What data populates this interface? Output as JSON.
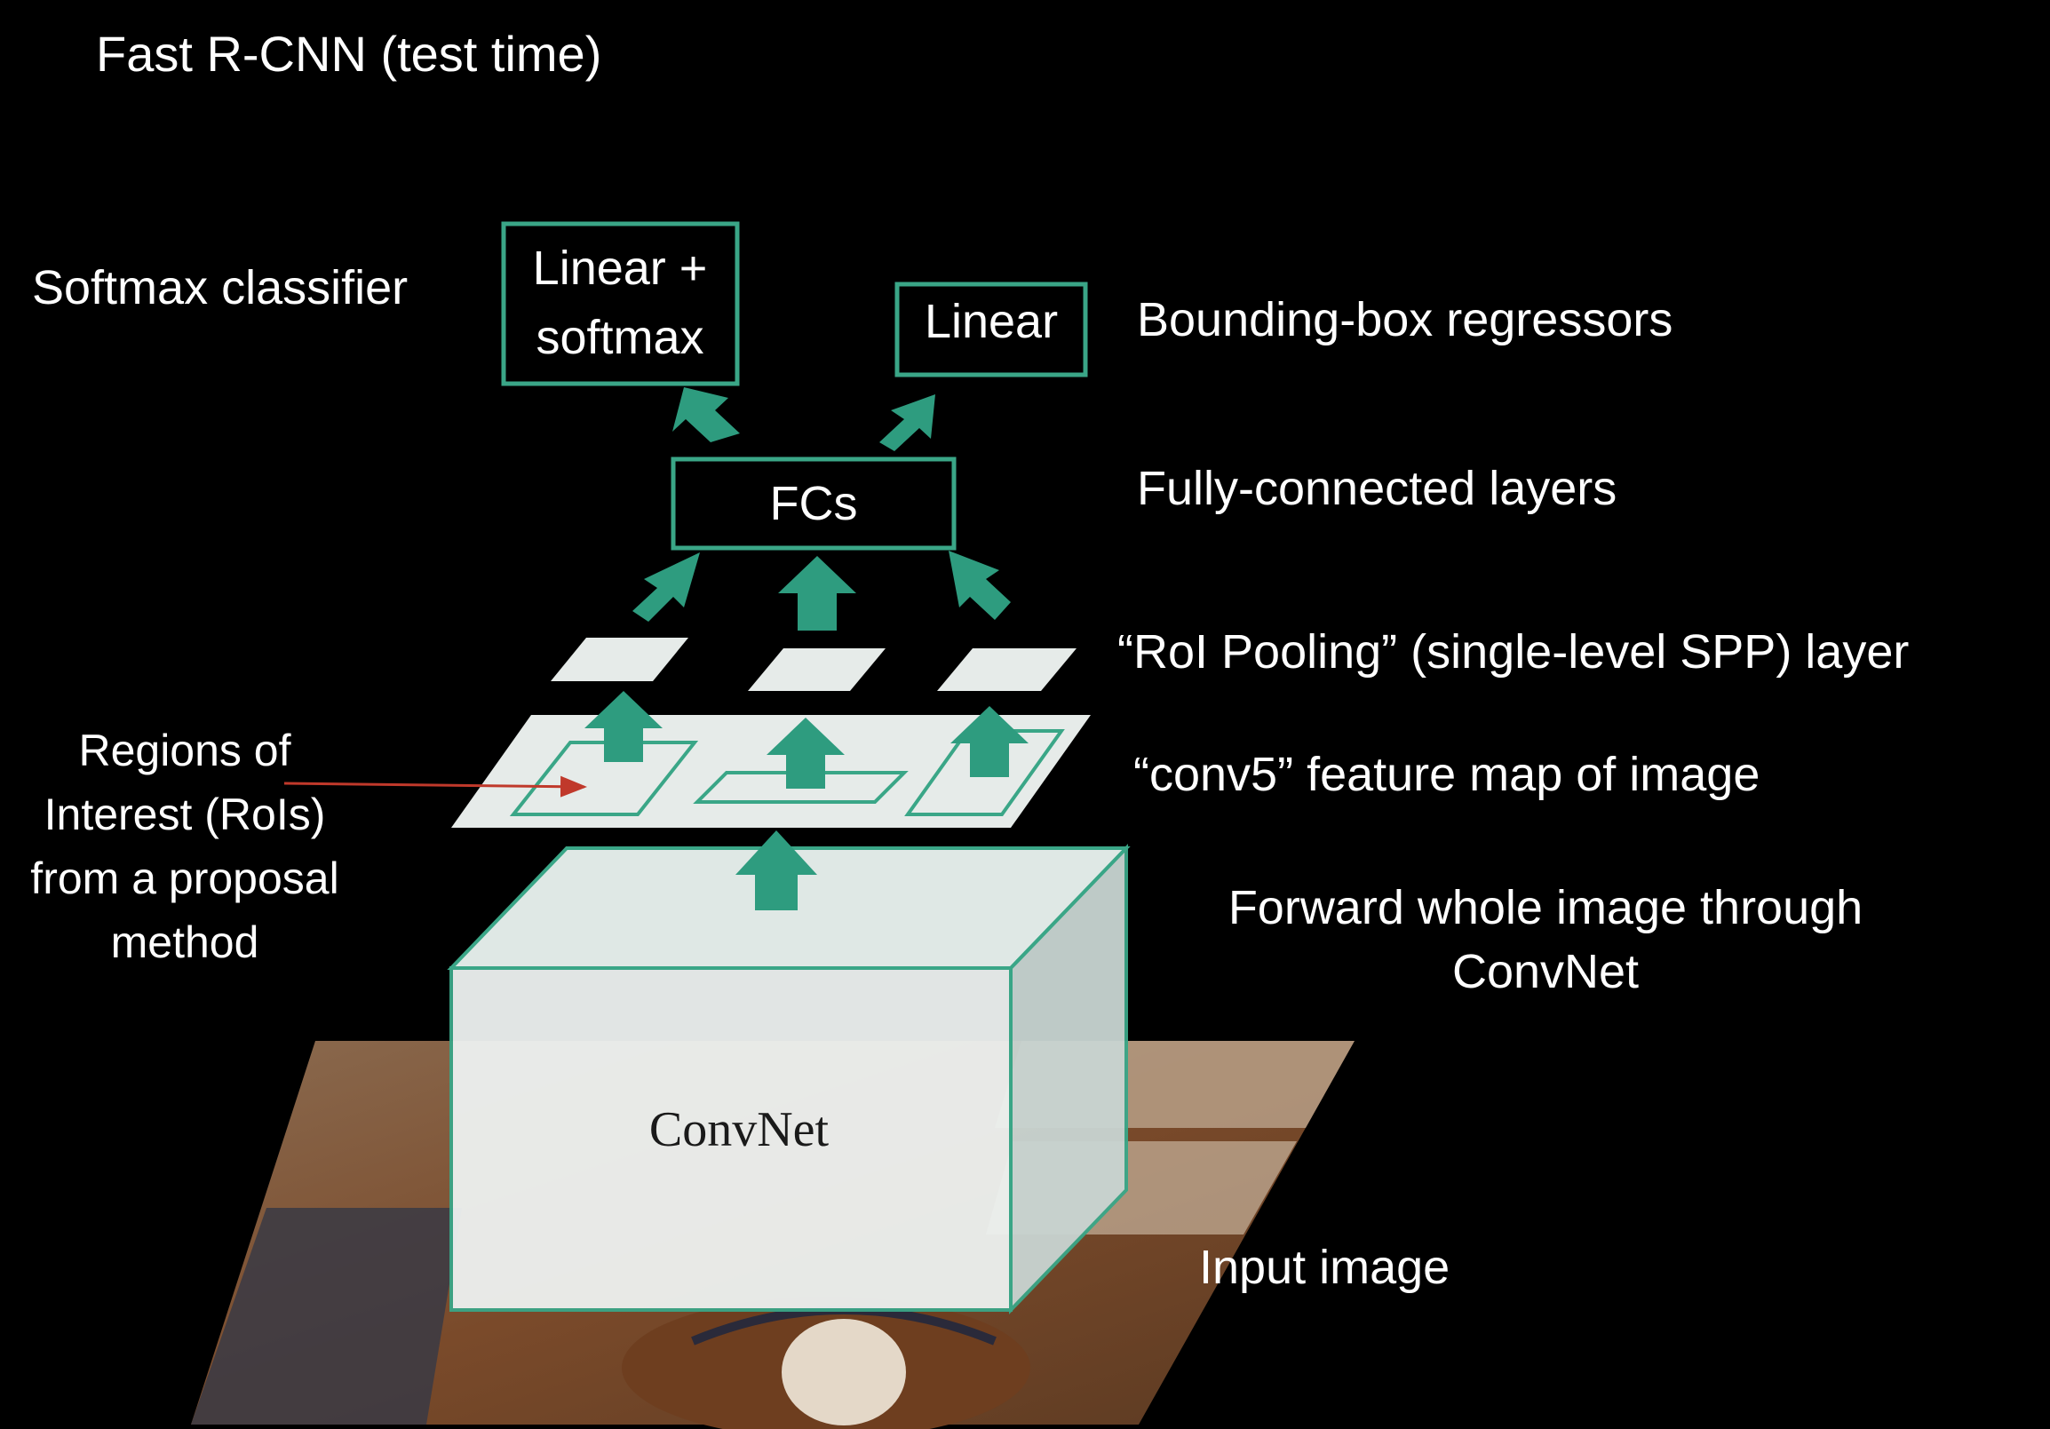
{
  "title": "Fast R-CNN (test time)",
  "labels": {
    "softmax_classifier": "Softmax classifier",
    "linear_softmax_line1": "Linear +",
    "linear_softmax_line2": "softmax",
    "linear": "Linear",
    "bbox_regressors": "Bounding-box regressors",
    "fcs": "FCs",
    "fully_connected_layers": "Fully-connected layers",
    "roi_pooling_layer": "“RoI Pooling” (single-level SPP) layer",
    "conv5_feature_map": "“conv5” feature map of image",
    "forward_line1": "Forward whole image through",
    "forward_line2": "ConvNet",
    "regions_line1": "Regions of",
    "regions_line2": "Interest (RoIs)",
    "regions_line3": "from a proposal",
    "regions_line4": "method",
    "convnet": "ConvNet",
    "input_image": "Input image"
  },
  "colors": {
    "background": "#000000",
    "accent_teal": "#2e9c7f",
    "box_border": "#3aa687",
    "panel_fill": "#e6ebe9",
    "convnet_front": "#e9efed",
    "convnet_top": "#d8e2df",
    "convnet_side": "#c7d3d0",
    "roi_arrow": "#c0392b",
    "text": "#ffffff"
  }
}
